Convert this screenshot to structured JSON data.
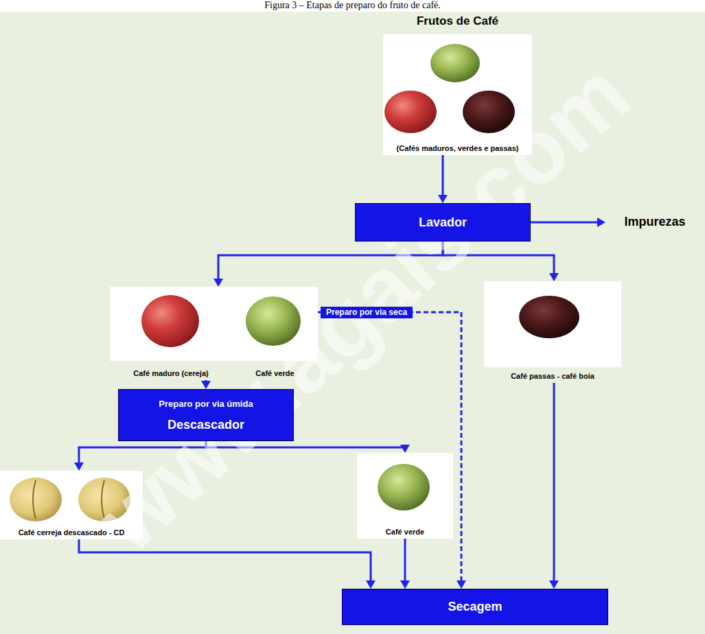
{
  "diagram": {
    "title": "Figura 3 – Etapas de preparo do fruto de café.",
    "nodes": [
      {
        "text": [
          "Frutos de Café",
          "(Cafés maduros, verdes e passas)"
        ]
      },
      {
        "text": [
          "Lavador"
        ]
      },
      {
        "text": [
          "Impurezas"
        ]
      },
      {
        "text": [
          "Café maduro (cereja)"
        ]
      },
      {
        "text": [
          "Café verde"
        ]
      },
      {
        "text": [
          "Café passas - café boia"
        ]
      },
      {
        "text": [
          "Preparo por via úmida",
          "Descascador"
        ]
      },
      {
        "text": [
          "Café cerreja descascado - CD"
        ]
      },
      {
        "text": [
          "Café verde"
        ]
      },
      {
        "text": [
          "Secagem"
        ]
      }
    ],
    "edges": [
      {
        "from": 0,
        "to": 1,
        "arrow": "to"
      },
      {
        "from": 1,
        "to": 2,
        "arrow": "to"
      },
      {
        "from": 1,
        "to": 3,
        "arrow": "to"
      },
      {
        "from": 1,
        "to": 5,
        "arrow": "to"
      },
      {
        "from": 4,
        "to": 9,
        "label": "Preparo por via seca",
        "arrow": "to"
      },
      {
        "from": 3,
        "to": 6,
        "arrow": "to"
      },
      {
        "from": 6,
        "to": 7,
        "arrow": "to"
      },
      {
        "from": 6,
        "to": 8,
        "arrow": "to"
      },
      {
        "from": 7,
        "to": 9,
        "arrow": "to"
      },
      {
        "from": 8,
        "to": 9,
        "arrow": "to"
      },
      {
        "from": 5,
        "to": 9,
        "arrow": "to"
      }
    ],
    "labels": [
      "www.agais.com"
    ]
  }
}
